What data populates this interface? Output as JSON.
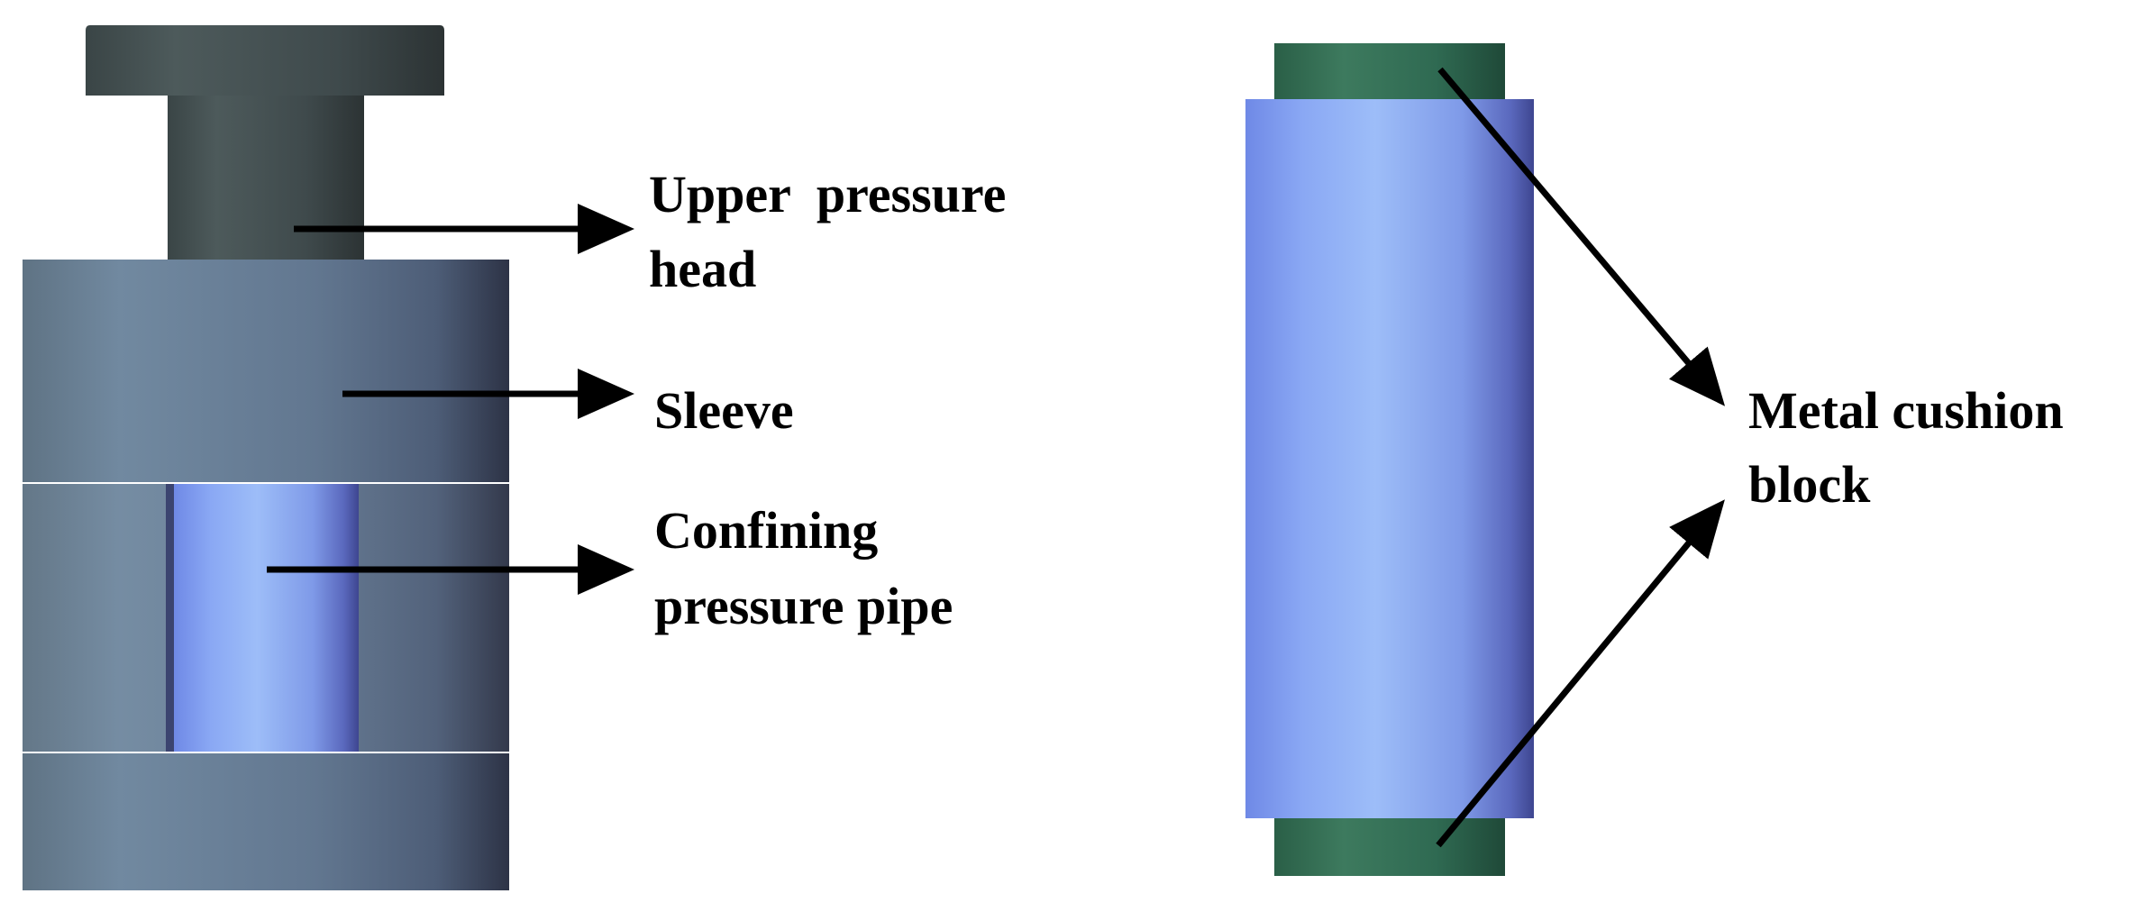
{
  "labels": {
    "upper_head_line1": "Upper  pressure",
    "upper_head_line2": "head",
    "sleeve": "Sleeve",
    "pipe_line1": "Confining",
    "pipe_line2": "pressure pipe",
    "cushion_line1": "Metal cushion",
    "cushion_line2": "block"
  },
  "colors": {
    "head": "#3f4a4c",
    "sleeve": "#6a7f93",
    "pipe": "#8fb0f2",
    "cushion": "#2f6a52",
    "arrow": "#000000"
  }
}
